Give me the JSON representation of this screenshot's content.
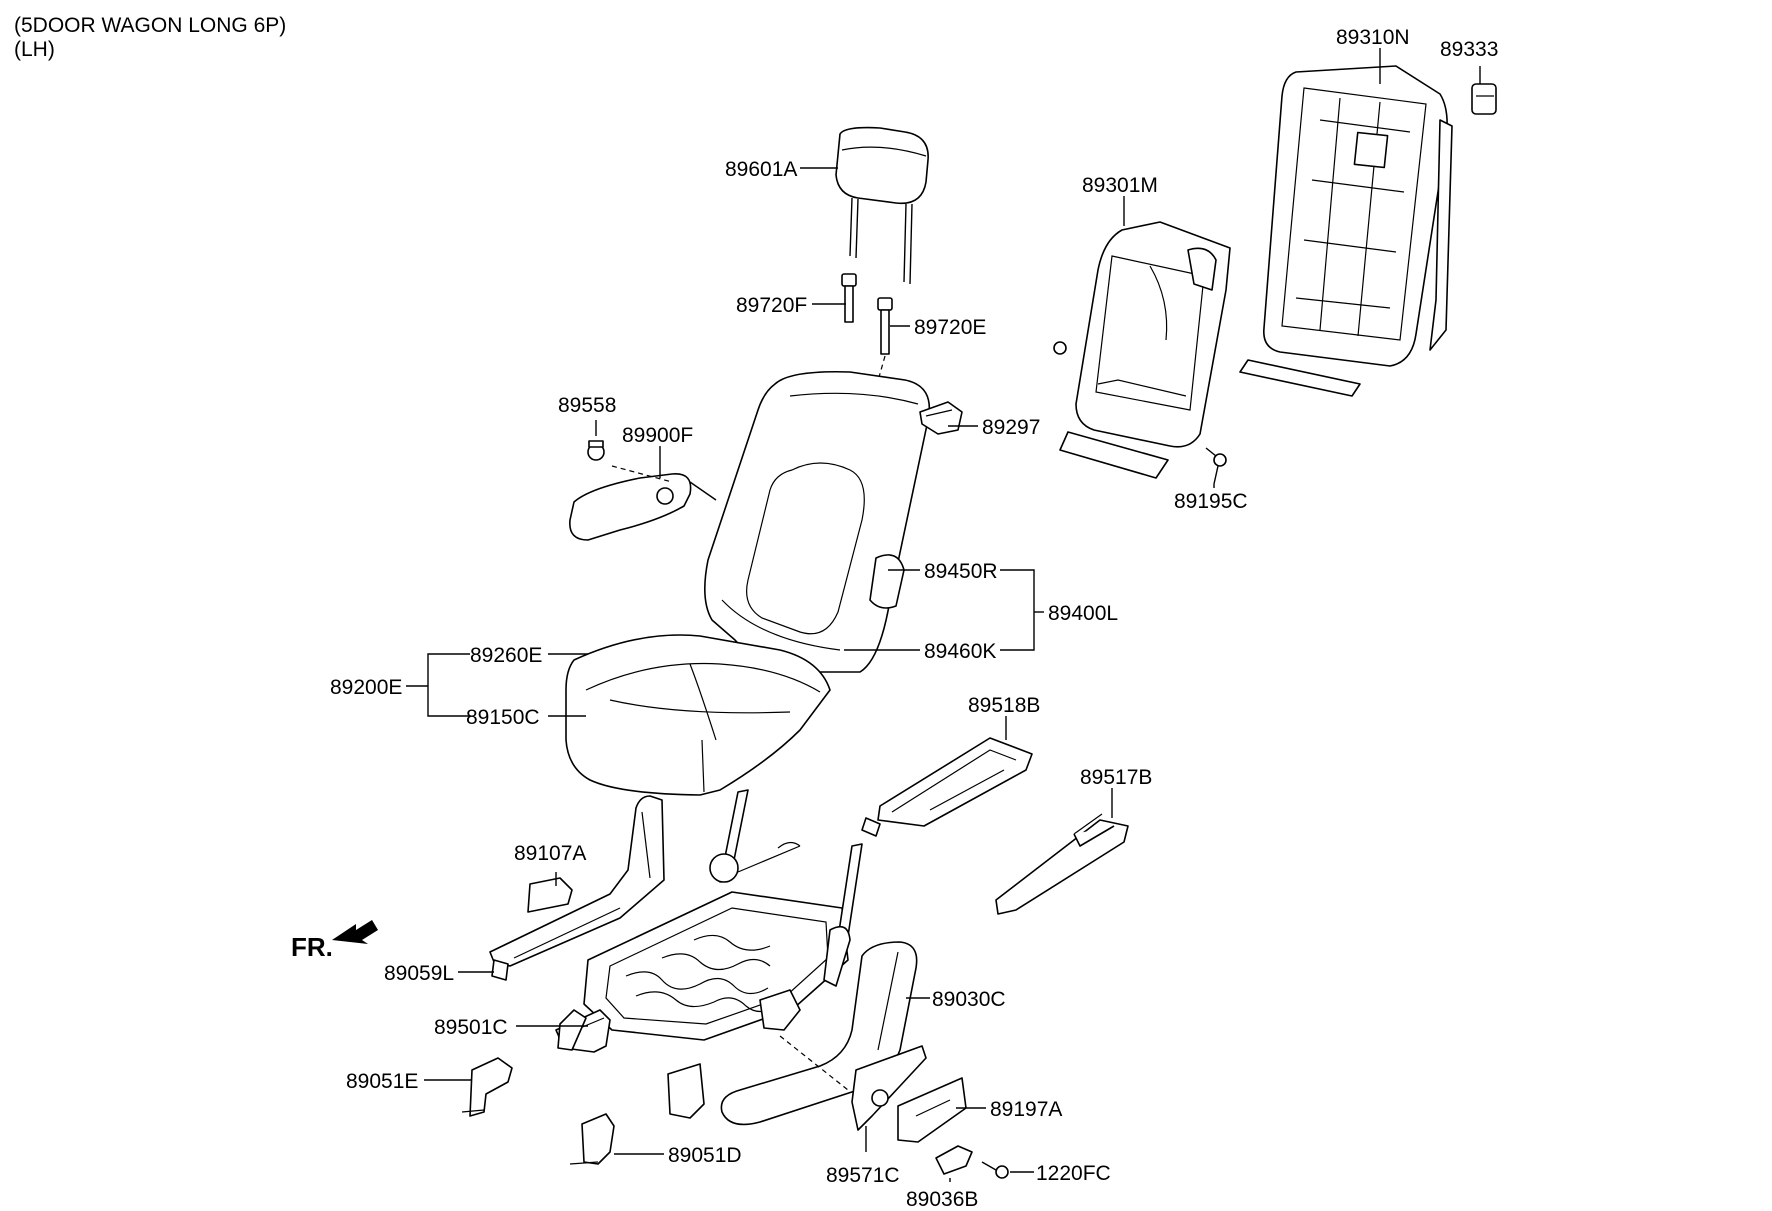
{
  "header": {
    "line1": "(5DOOR WAGON LONG 6P)",
    "line2": "(LH)"
  },
  "direction_marker": "FR.",
  "callouts": {
    "p89310N": "89310N",
    "p89333": "89333",
    "p89601A": "89601A",
    "p89301M": "89301M",
    "p89720F": "89720F",
    "p89720E": "89720E",
    "p89558": "89558",
    "p89900F": "89900F",
    "p89297": "89297",
    "p89195C": "89195C",
    "p89450R": "89450R",
    "p89400L": "89400L",
    "p89460K": "89460K",
    "p89260E": "89260E",
    "p89200E": "89200E",
    "p89150C": "89150C",
    "p89518B": "89518B",
    "p89517B": "89517B",
    "p89107A": "89107A",
    "p89059L": "89059L",
    "p89030C": "89030C",
    "p89501C": "89501C",
    "p89051E": "89051E",
    "p89197A": "89197A",
    "p89051D": "89051D",
    "p1220FC": "1220FC",
    "p89571C": "89571C",
    "p89036B": "89036B"
  }
}
